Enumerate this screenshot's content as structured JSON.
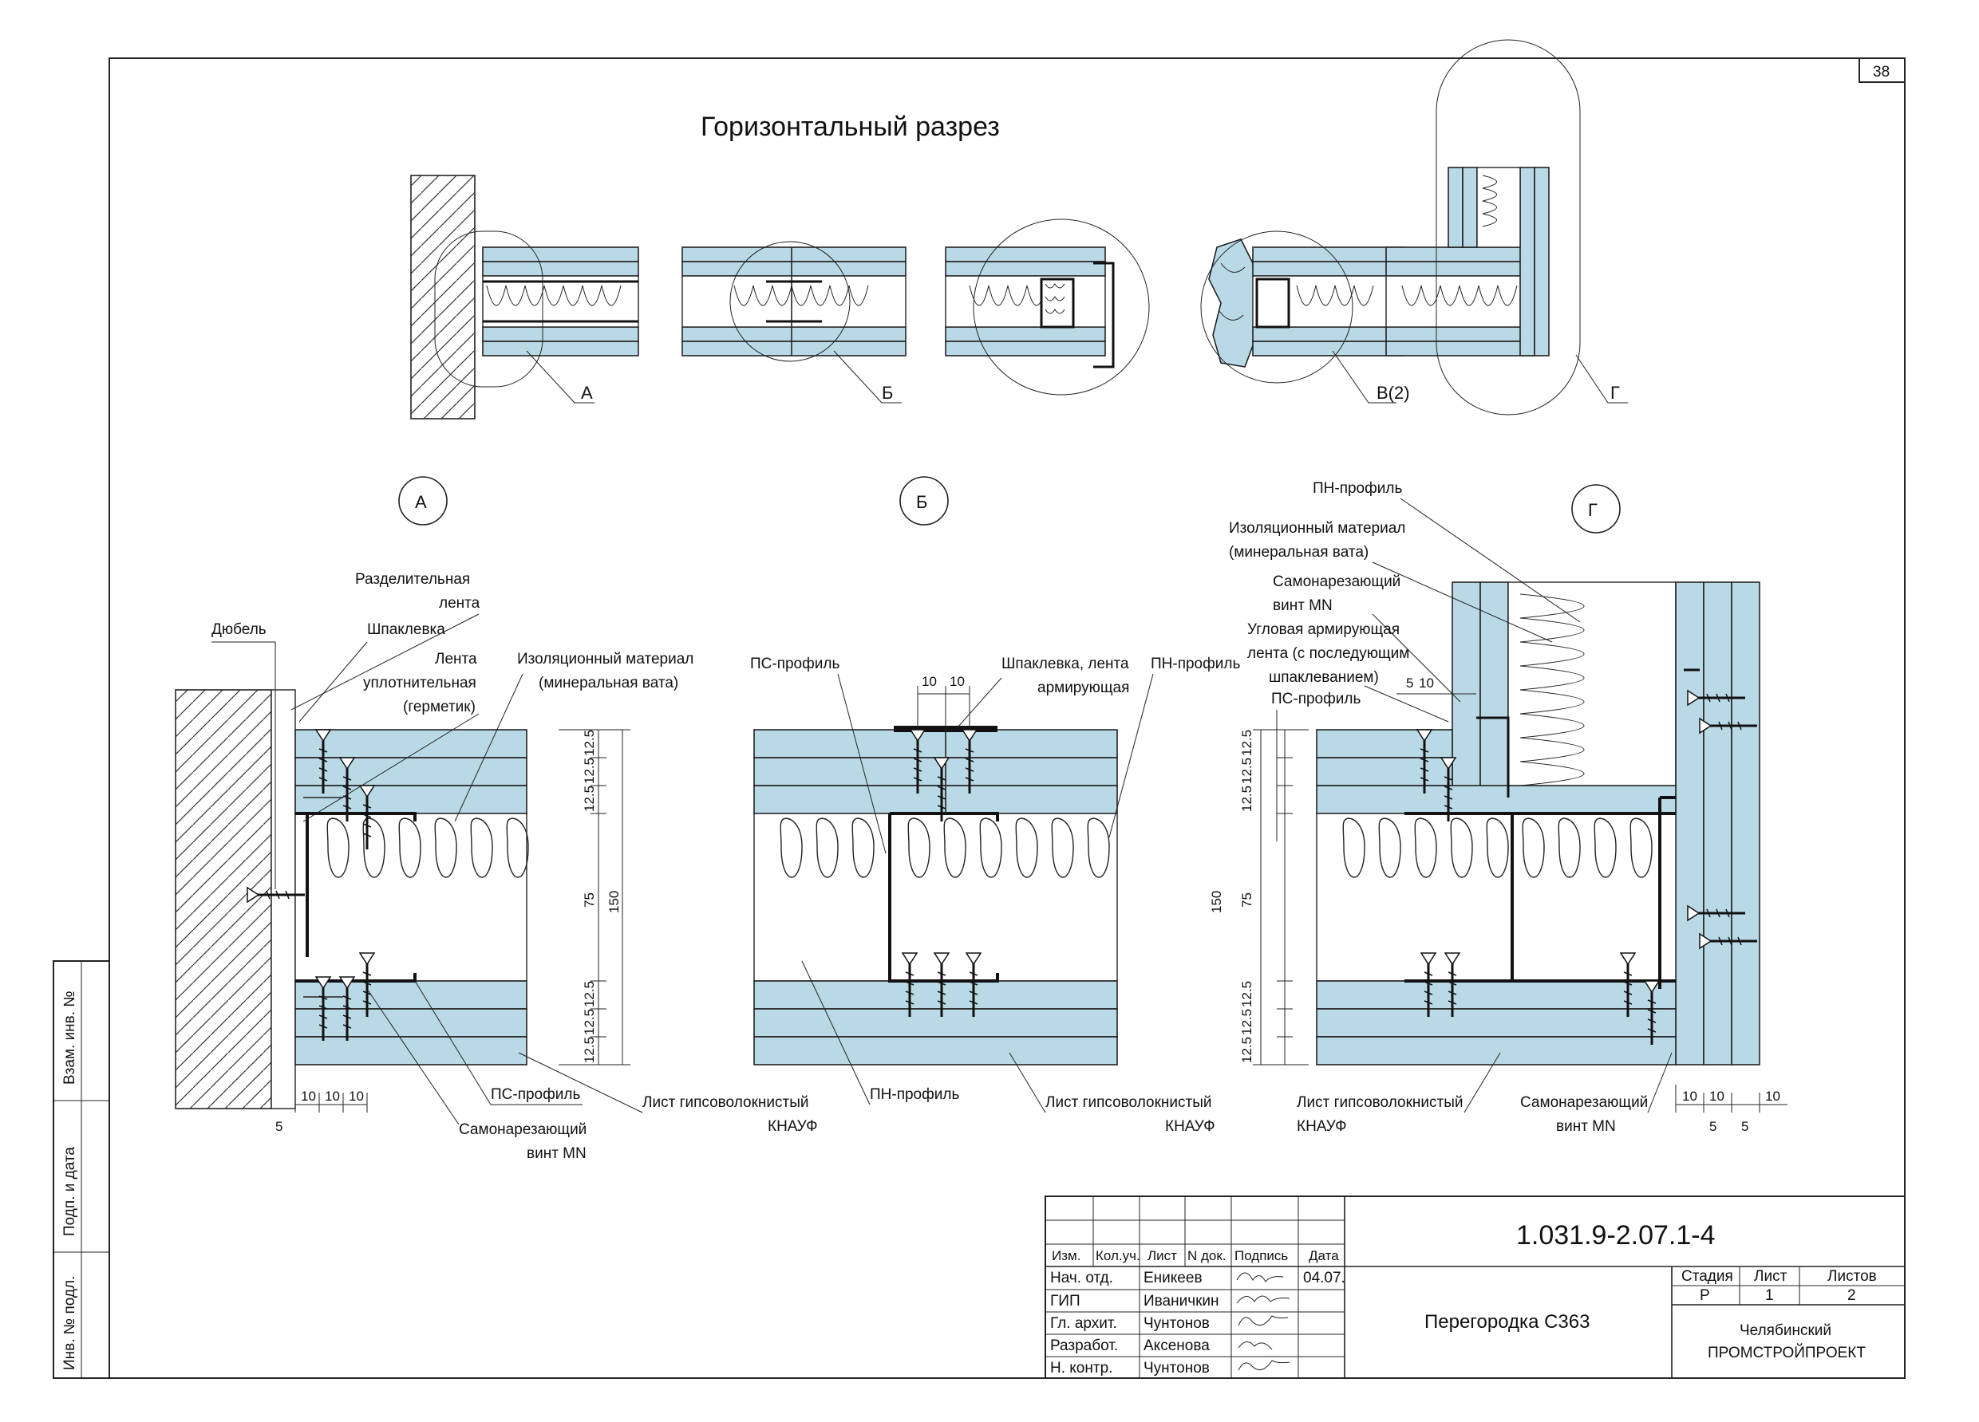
{
  "sheet": {
    "page_number": "38",
    "title": "Горизонтальный разрез",
    "side_stamps": [
      "Взам. инв. №",
      "Подп. и дата",
      "Инв. № подл."
    ]
  },
  "overview": {
    "markers": [
      "А",
      "Б",
      "В(2)",
      "Г"
    ]
  },
  "details": {
    "A": {
      "circle": "А",
      "labels": {
        "sep_tape": [
          "Разделительная",
          "лента"
        ],
        "dowel": "Дюбель",
        "putty": "Шпаклевка",
        "seal_tape": [
          "Лента",
          "уплотнительная",
          "(герметик)"
        ],
        "insulation": [
          "Изоляционный материал",
          "(минеральная вата)"
        ],
        "ps_profile": "ПС-профиль",
        "screw": [
          "Самонарезающий",
          "винт MN"
        ],
        "sheet": [
          "Лист гипсоволокнистый",
          "КНАУФ"
        ]
      },
      "dims": {
        "layer": "12.5",
        "core": "75",
        "total": "150",
        "bottom": [
          "10",
          "10",
          "10"
        ],
        "gap": "5"
      }
    },
    "B": {
      "circle": "Б",
      "labels": {
        "ps_profile": "ПС-профиль",
        "putty_tape": [
          "Шпаклевка, лента",
          "армирующая"
        ],
        "pn_profile_top": "ПН-профиль",
        "pn_profile_bottom": "ПН-профиль",
        "sheet": [
          "Лист гипсоволокнистый",
          "КНАУФ"
        ]
      },
      "dims": {
        "top": [
          "10",
          "10"
        ]
      }
    },
    "G": {
      "circle": "Г",
      "labels": {
        "pn_profile": "ПН-профиль",
        "insulation": [
          "Изоляционный материал",
          "(минеральная вата)"
        ],
        "screw_top": [
          "Самонарезающий",
          "винт MN"
        ],
        "corner_tape": [
          "Угловая армирующая",
          "лента (с последующим",
          "шпаклеванием)"
        ],
        "ps_profile": "ПС-профиль",
        "sheet": [
          "Лист гипсоволокнистый",
          "КНАУФ"
        ],
        "screw_bottom": [
          "Самонарезающий",
          "винт MN"
        ]
      },
      "dims": {
        "layer": "12.5",
        "core": "75",
        "total": "150",
        "top": [
          "5",
          "10"
        ],
        "bottom": [
          "10",
          "10",
          "10"
        ],
        "gaps": [
          "5",
          "5"
        ]
      }
    }
  },
  "title_block": {
    "doc_code": "1.031.9-2.07.1-4",
    "name": "Перегородка С363",
    "headers": [
      "Изм.",
      "Кол.уч.",
      "Лист",
      "N док.",
      "Подпись",
      "Дата"
    ],
    "rows": [
      {
        "role": "Нач. отд.",
        "person": "Еникеев",
        "date": "04.07."
      },
      {
        "role": "ГИП",
        "person": "Иваничкин",
        "date": ""
      },
      {
        "role": "Гл. архит.",
        "person": "Чунтонов",
        "date": ""
      },
      {
        "role": "Разработ.",
        "person": "Аксенова",
        "date": ""
      },
      {
        "role": "Н. контр.",
        "person": "Чунтонов",
        "date": ""
      }
    ],
    "stage_headers": [
      "Стадия",
      "Лист",
      "Листов"
    ],
    "stage_values": [
      "Р",
      "1",
      "2"
    ],
    "org": [
      "Челябинский",
      "ПРОМСТРОЙПРОЕКТ"
    ]
  }
}
